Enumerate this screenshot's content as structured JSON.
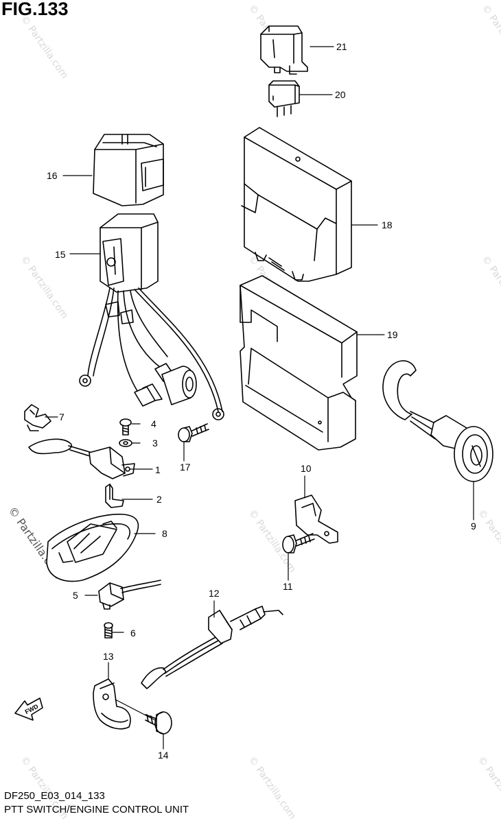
{
  "figure": {
    "title": "FIG.133",
    "diagram_code": "DF250_E03_014_133",
    "description": "PTT SWITCH/ENGINE CONTROL UNIT"
  },
  "watermark": {
    "text": "© Partzilla.com"
  },
  "callouts": [
    {
      "id": "c1",
      "label": "1"
    },
    {
      "id": "c2",
      "label": "2"
    },
    {
      "id": "c3",
      "label": "3"
    },
    {
      "id": "c4",
      "label": "4"
    },
    {
      "id": "c5",
      "label": "5"
    },
    {
      "id": "c6",
      "label": "6"
    },
    {
      "id": "c7",
      "label": "7"
    },
    {
      "id": "c8",
      "label": "8"
    },
    {
      "id": "c9",
      "label": "9"
    },
    {
      "id": "c10",
      "label": "10"
    },
    {
      "id": "c11",
      "label": "11"
    },
    {
      "id": "c12",
      "label": "12"
    },
    {
      "id": "c13",
      "label": "13"
    },
    {
      "id": "c14",
      "label": "14"
    },
    {
      "id": "c15",
      "label": "15"
    },
    {
      "id": "c16",
      "label": "16"
    },
    {
      "id": "c17",
      "label": "17"
    },
    {
      "id": "c18",
      "label": "18"
    },
    {
      "id": "c19",
      "label": "19"
    },
    {
      "id": "c20",
      "label": "20"
    },
    {
      "id": "c21",
      "label": "21"
    }
  ],
  "fwd_arrow": {
    "label": "FWD"
  }
}
